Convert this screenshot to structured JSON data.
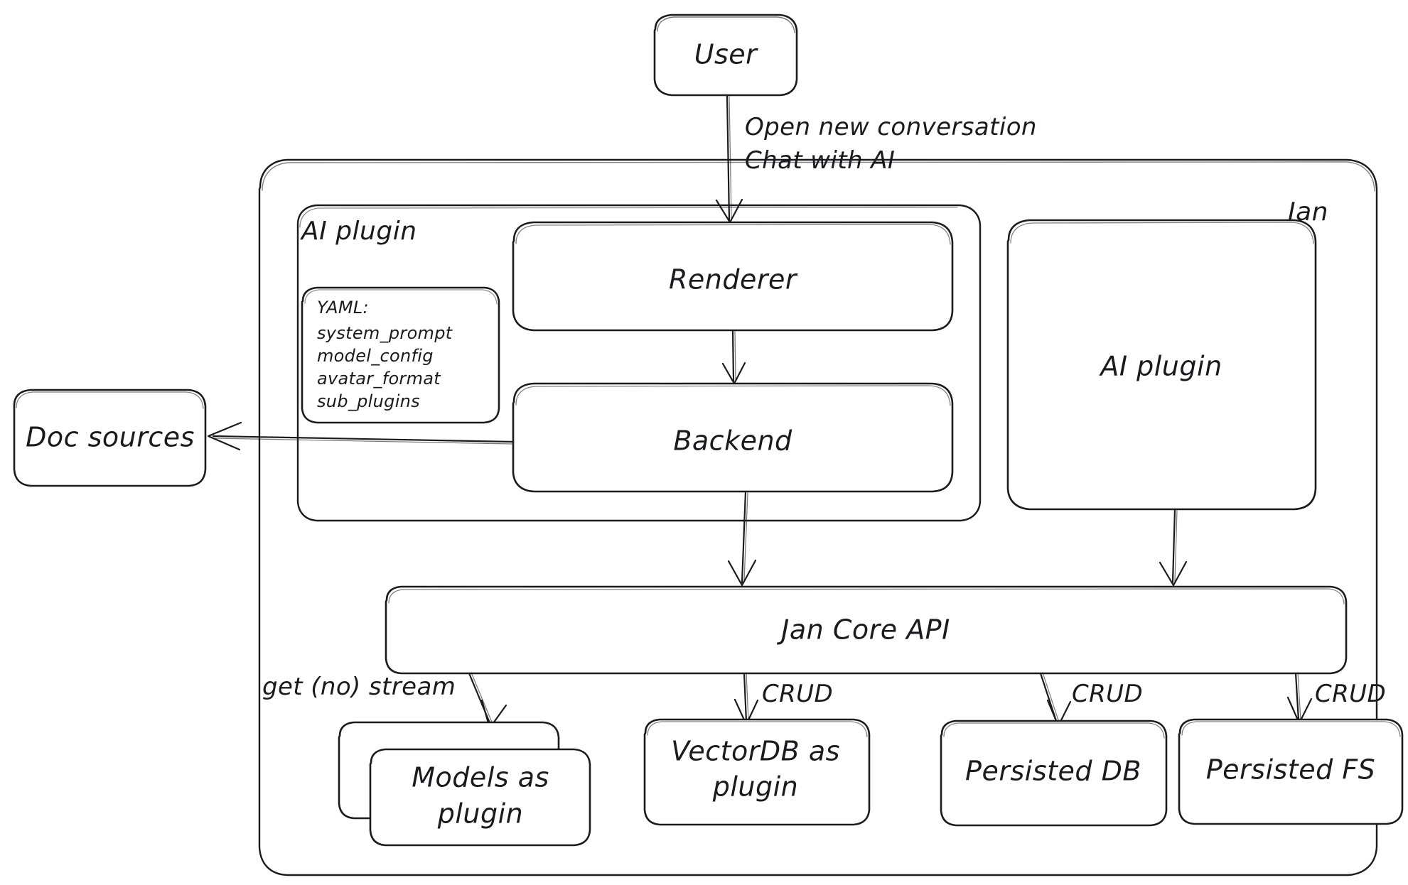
{
  "diagram": {
    "title_label": "Jan",
    "nodes": {
      "user": "User",
      "ai_plugin_group": "AI plugin",
      "renderer": "Renderer",
      "backend": "Backend",
      "ai_plugin_box": "AI plugin",
      "doc_sources": "Doc sources",
      "jan_core_api": "Jan Core API",
      "models_as_plugin": "Models as\nplugin",
      "models_as_plugin_line1": "Models as",
      "models_as_plugin_line2": "plugin",
      "vectordb_as_plugin_line1": "VectorDB as",
      "vectordb_as_plugin_line2": "plugin",
      "persisted_db": "Persisted DB",
      "persisted_fs": "Persisted FS"
    },
    "yaml_card": {
      "heading": "YAML:",
      "items": [
        "system_prompt",
        "model_config",
        "avatar_format",
        "sub_plugins"
      ]
    },
    "edge_labels": {
      "user_to_renderer_line1": "Open new conversation",
      "user_to_renderer_line2": "Chat with AI",
      "api_to_models": "get (no) stream",
      "api_to_vectordb": "CRUD",
      "api_to_persisted_db": "CRUD",
      "api_to_persisted_fs": "CRUD"
    },
    "colors": {
      "stroke": "#1b1b1f",
      "background": "#ffffff",
      "fill": "#ffffff"
    }
  }
}
